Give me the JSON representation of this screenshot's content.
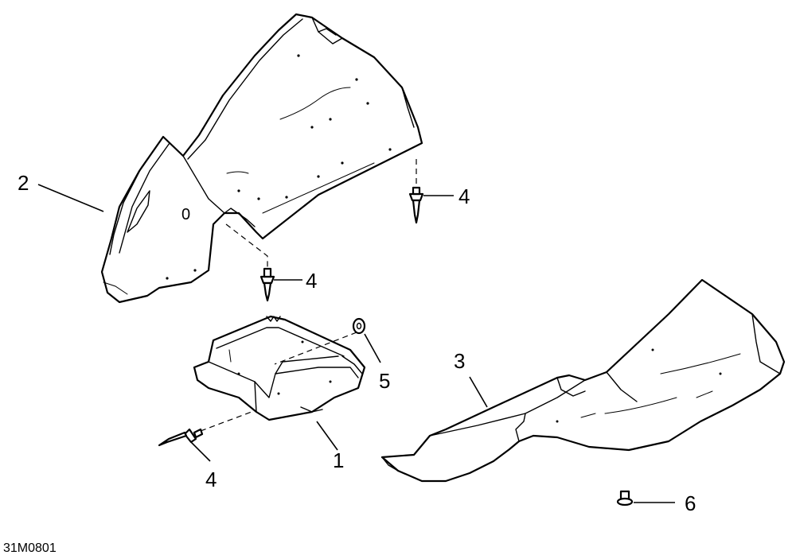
{
  "figure_id": "31M0801",
  "callouts": {
    "part_1": "1",
    "part_2": "2",
    "part_3": "3",
    "rivet_a": "4",
    "rivet_b": "4",
    "rivet_c": "4",
    "washer": "5",
    "screw": "6"
  },
  "part_markings": {
    "mark_on_part_2": "0"
  }
}
